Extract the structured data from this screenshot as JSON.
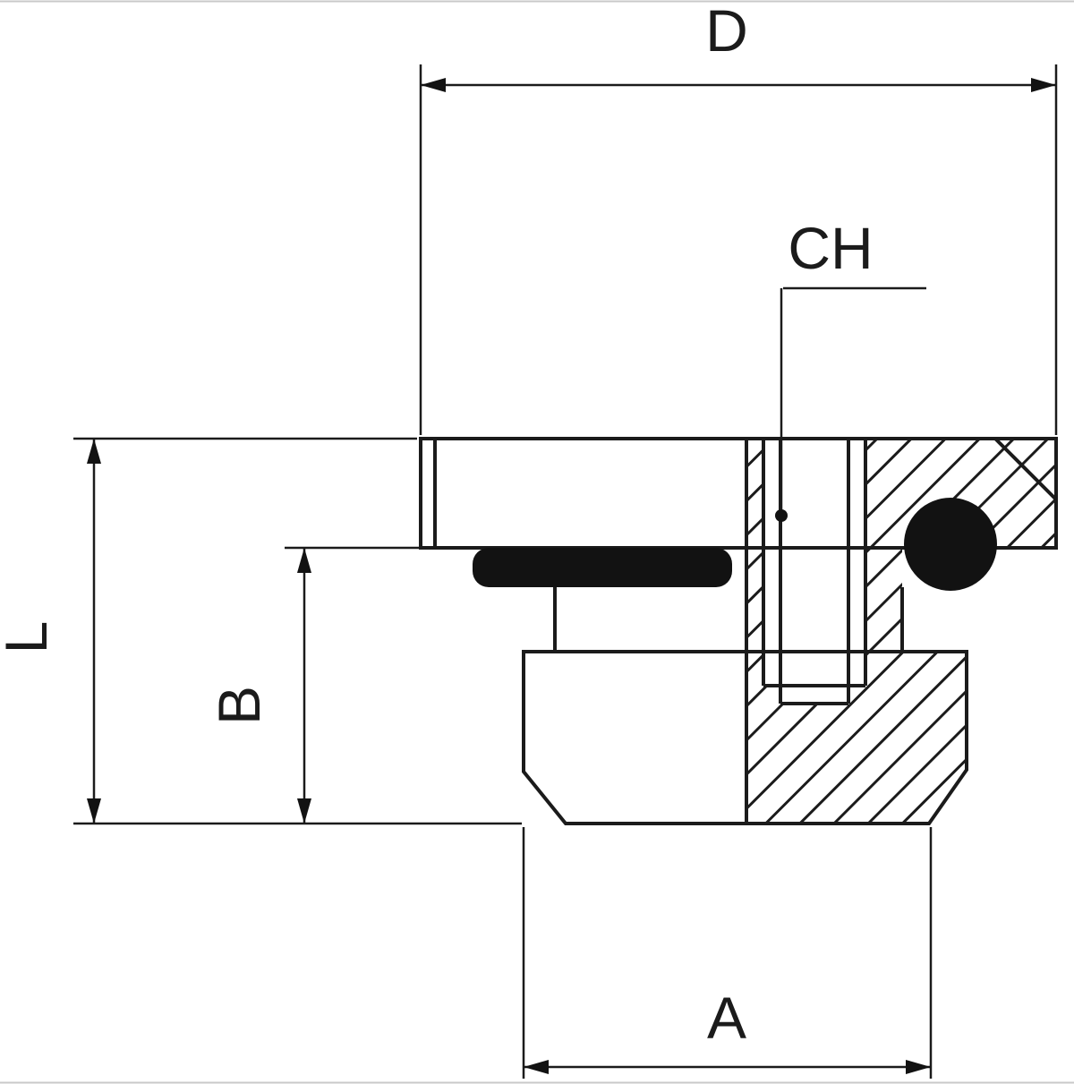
{
  "dimensions": {
    "d": {
      "label": "D"
    },
    "ch": {
      "label": "CH"
    },
    "l": {
      "label": "L"
    },
    "b": {
      "label": "B"
    },
    "a": {
      "label": "A"
    }
  },
  "colors": {
    "line": "#1b1b1b",
    "ink": "#121212",
    "background": "#ffffff",
    "edge_border": "#c9c9c9"
  }
}
